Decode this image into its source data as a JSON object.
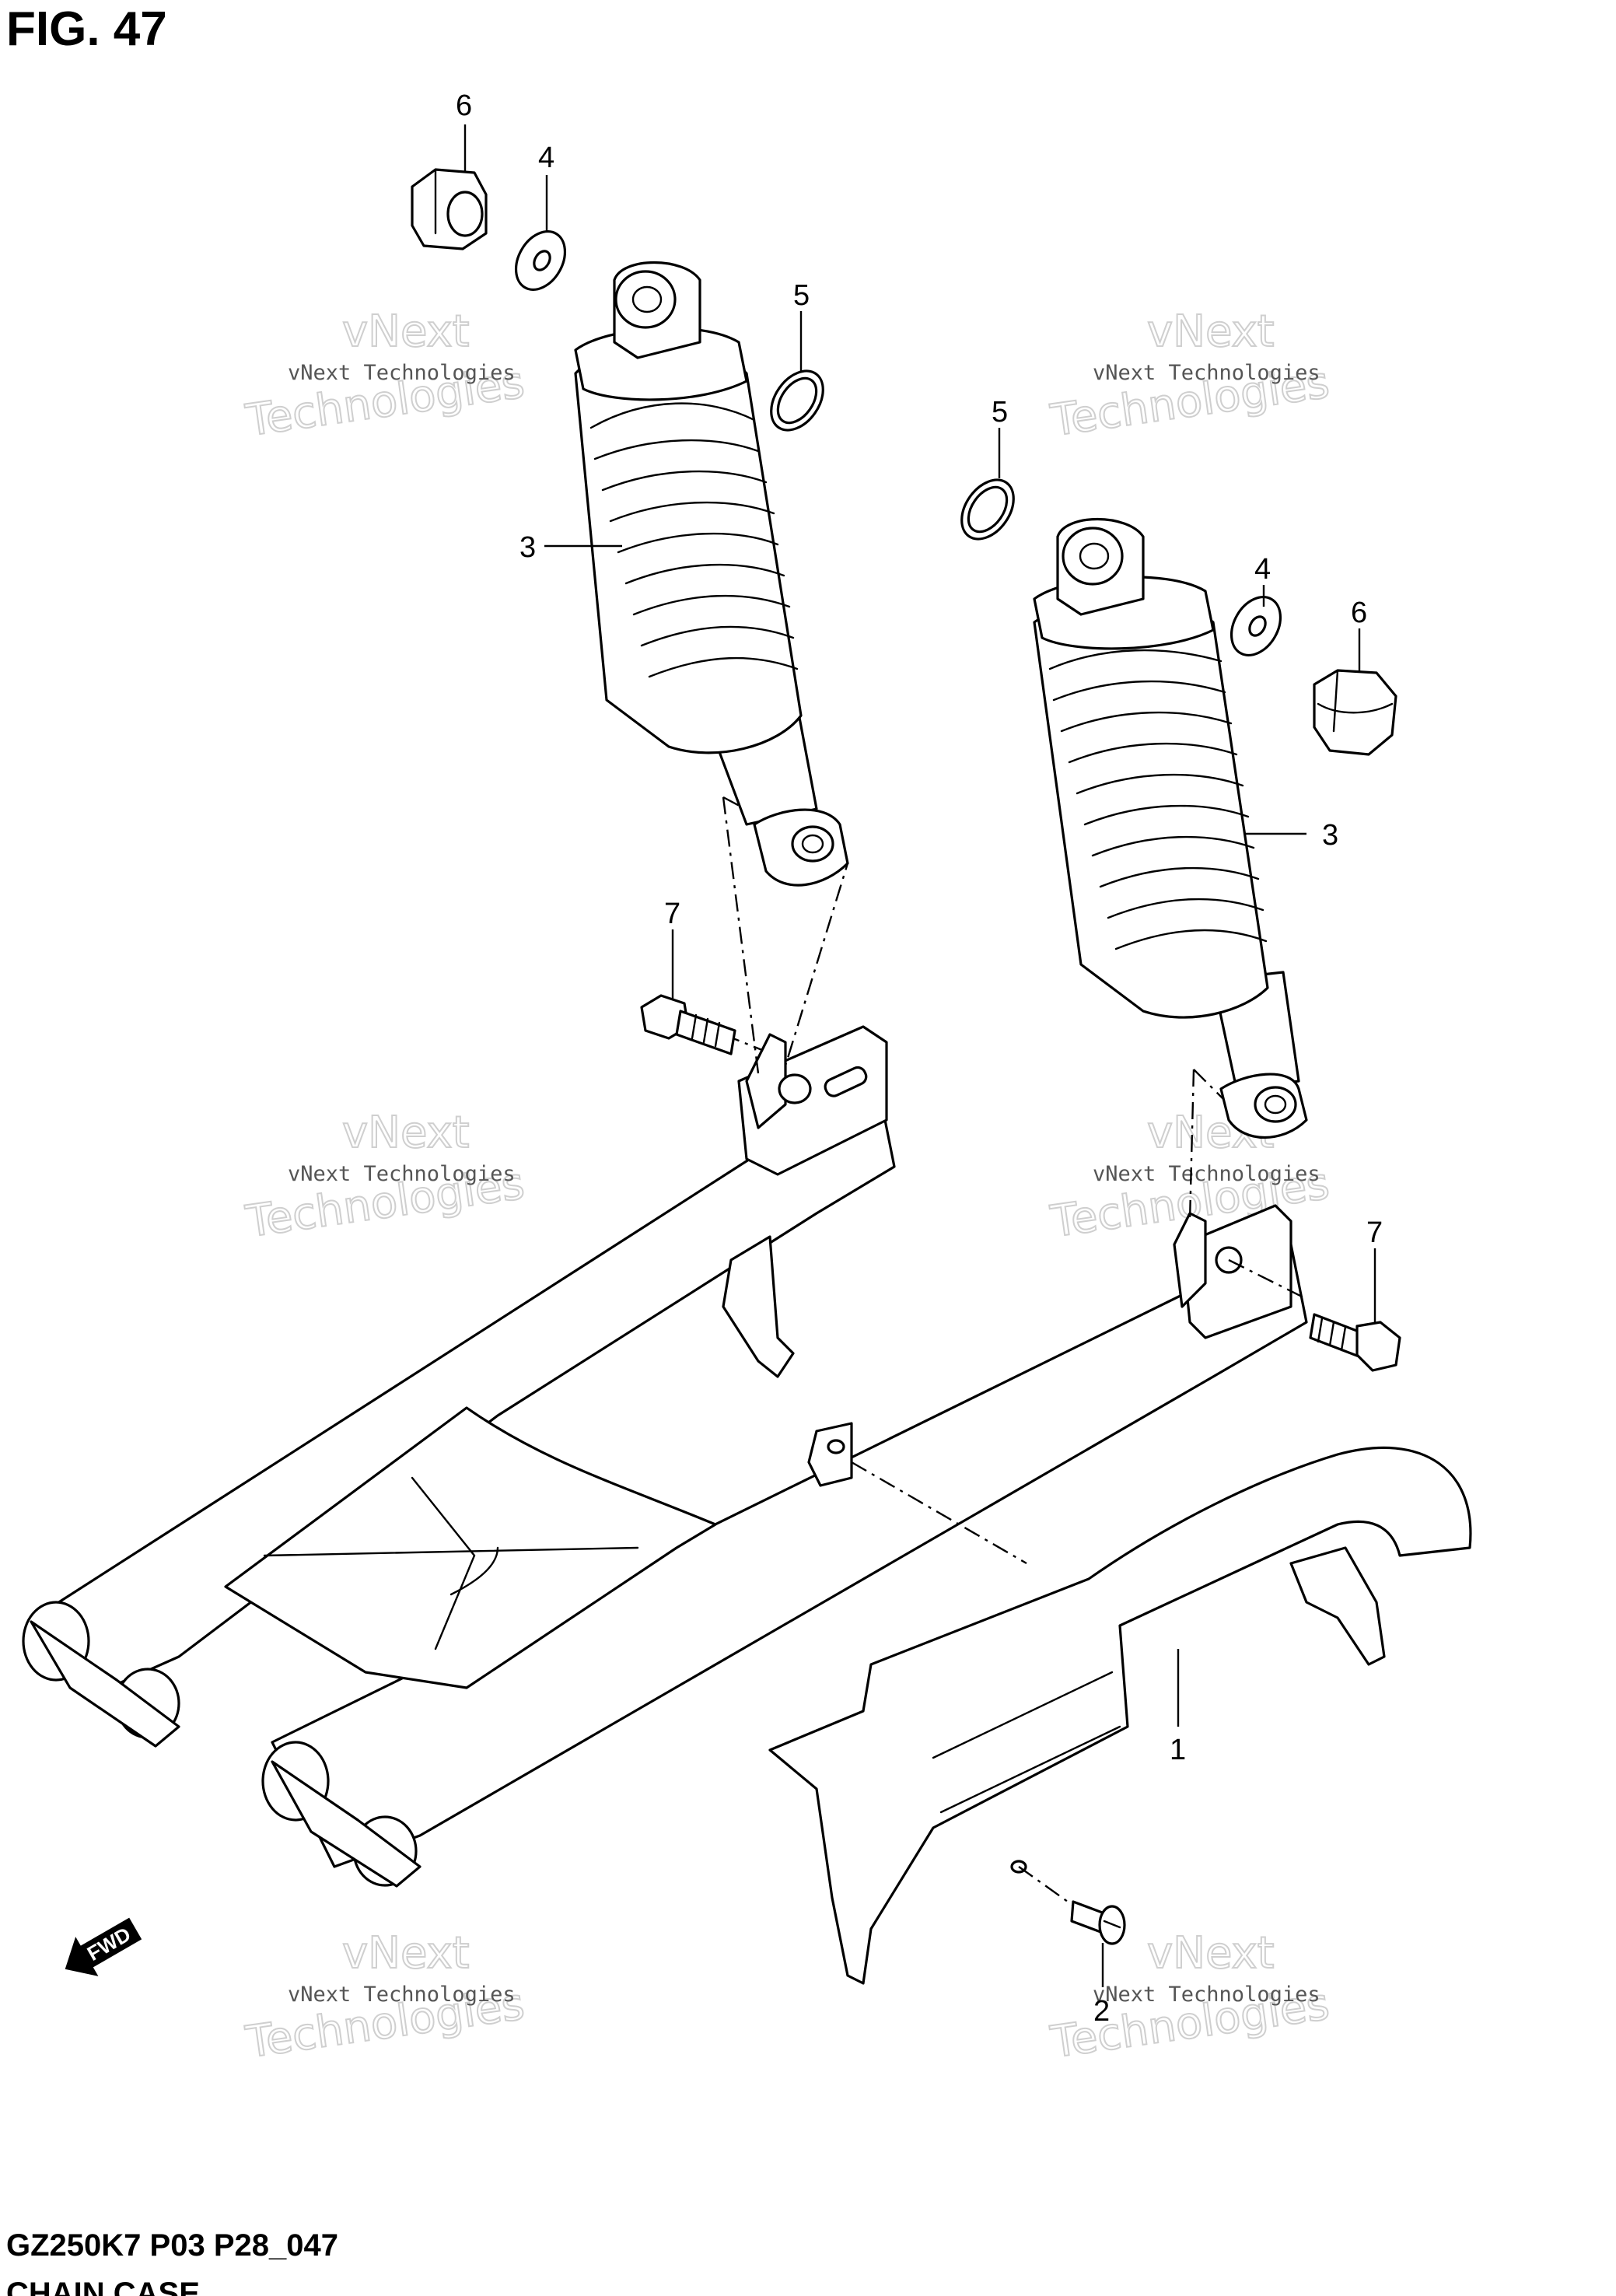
{
  "figure": {
    "title": "FIG. 47",
    "code": "GZ250K7 P03 P28_047",
    "subtitle_partial": "CHAIN CASE"
  },
  "callouts": [
    {
      "id": "c6a",
      "label": "6"
    },
    {
      "id": "c4a",
      "label": "4"
    },
    {
      "id": "c5a",
      "label": "5"
    },
    {
      "id": "c3a",
      "label": "3"
    },
    {
      "id": "c5b",
      "label": "5"
    },
    {
      "id": "c4b",
      "label": "4"
    },
    {
      "id": "c6b",
      "label": "6"
    },
    {
      "id": "c3b",
      "label": "3"
    },
    {
      "id": "c7a",
      "label": "7"
    },
    {
      "id": "c7b",
      "label": "7"
    },
    {
      "id": "c1",
      "label": "1"
    },
    {
      "id": "c2",
      "label": "2"
    }
  ],
  "direction_marker": {
    "label": "FWD"
  },
  "watermark": {
    "line1": "vNext Technologies",
    "line2": "Technologies",
    "line3": "vNext"
  },
  "colors": {
    "ink": "#000000",
    "paper": "#ffffff",
    "watermark": "#cfcfcf"
  }
}
